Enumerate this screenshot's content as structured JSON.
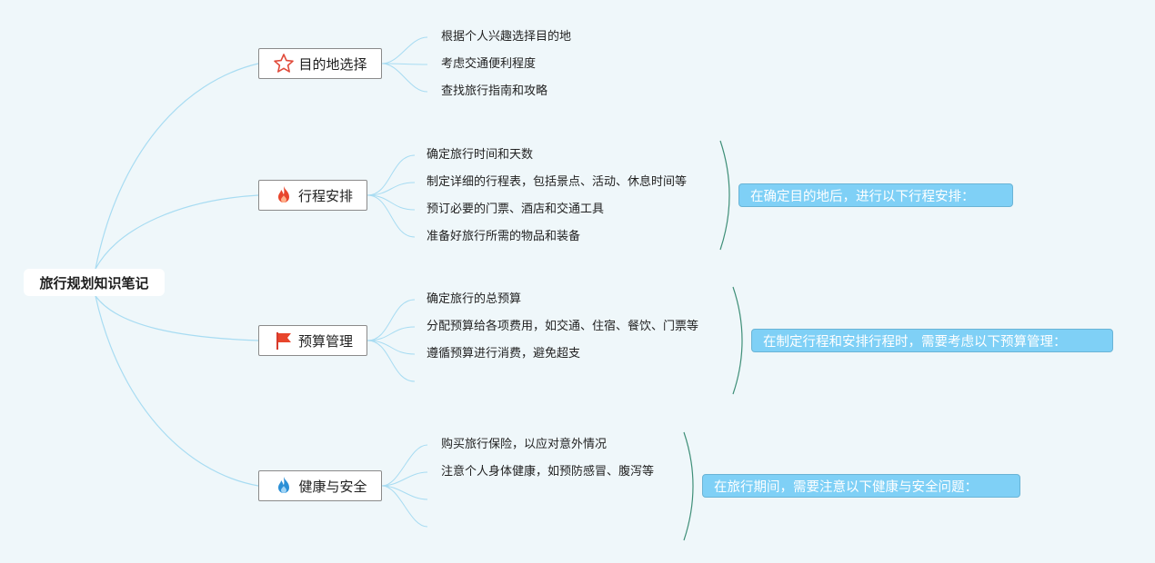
{
  "root": {
    "label": "旅行规划知识笔记"
  },
  "branches": [
    {
      "label": "目的地选择",
      "icon": "star-icon",
      "items": [
        "根据个人兴趣选择目的地",
        "考虑交通便利程度",
        "查找旅行指南和攻略"
      ]
    },
    {
      "label": "行程安排",
      "icon": "fire-icon",
      "items": [
        "确定旅行时间和天数",
        "制定详细的行程表，包括景点、活动、休息时间等",
        "预订必要的门票、酒店和交通工具",
        "准备好旅行所需的物品和装备"
      ],
      "summary": "在确定目的地后，进行以下行程安排："
    },
    {
      "label": "预算管理",
      "icon": "red-flag-icon",
      "items": [
        "确定旅行的总预算",
        "分配预算给各项费用，如交通、住宿、餐饮、门票等",
        "遵循预算进行消费，避免超支",
        ""
      ],
      "summary": "在制定行程和安排行程时，需要考虑以下预算管理："
    },
    {
      "label": "健康与安全",
      "icon": "blue-fire-icon",
      "items": [
        "购买旅行保险，以应对意外情况",
        "注意个人身体健康，如预防感冒、腹泻等",
        "",
        ""
      ],
      "summary": "在旅行期间，需要注意以下健康与安全问题："
    }
  ],
  "colors": {
    "background": "#eff7fa",
    "connector": "#a8dcf2",
    "bracket": "#3f8f78",
    "summary_fill": "#7fd0f6"
  }
}
